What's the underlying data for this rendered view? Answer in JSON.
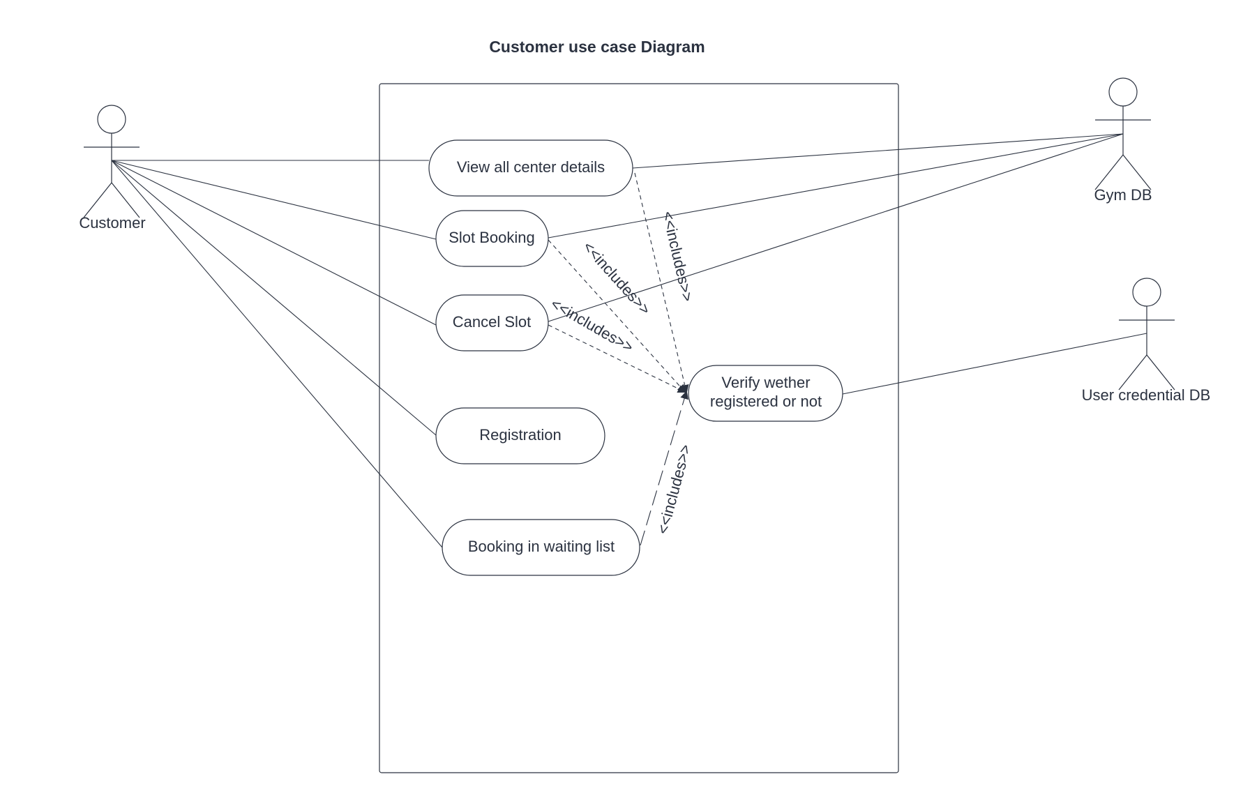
{
  "diagram": {
    "title": "Customer use case Diagram",
    "stroke_color": "#2b3240",
    "background": "#ffffff"
  },
  "actors": {
    "customer": "Customer",
    "gym_db": "Gym DB",
    "user_credential_db": "User credential DB"
  },
  "use_cases": {
    "view_center_details": "View all center details",
    "slot_booking": "Slot Booking",
    "cancel_slot": "Cancel Slot",
    "registration": "Registration",
    "booking_waiting_list": "Booking in waiting list",
    "verify_line1": "Verify wether",
    "verify_line2": "registered or not"
  },
  "relations": {
    "include_label": "<<includes>>"
  }
}
